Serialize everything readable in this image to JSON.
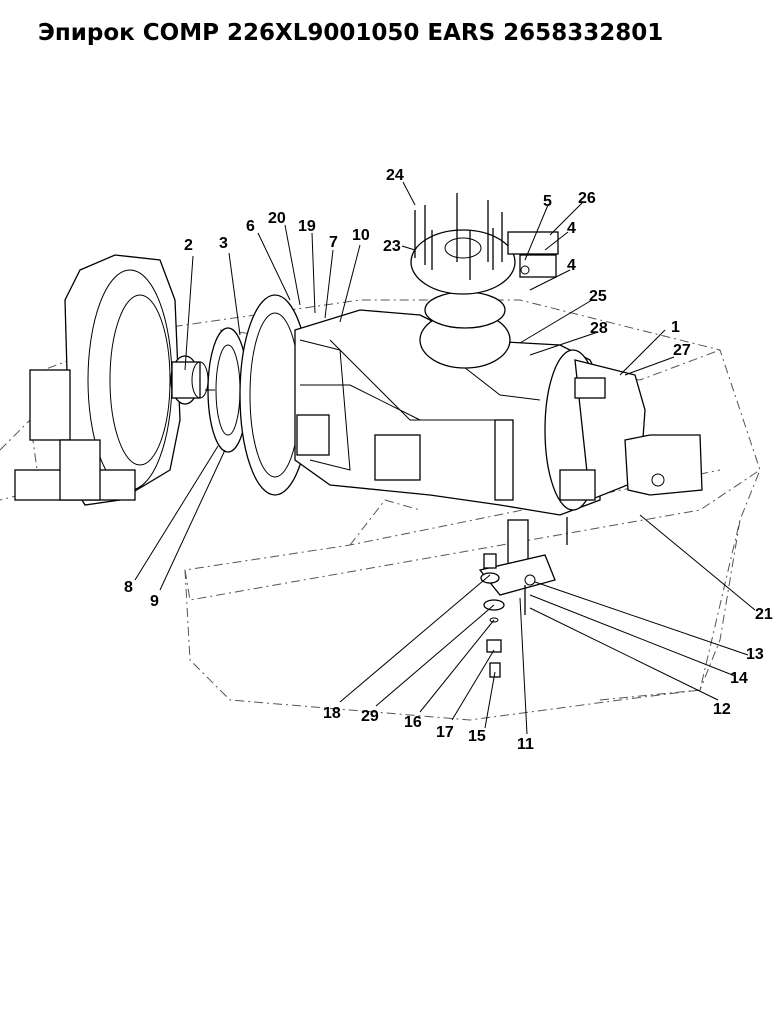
{
  "title": "Эпирок COMP 226XL9001050 EARS 2658332801",
  "callouts": [
    "1",
    "2",
    "3",
    "4",
    "4",
    "5",
    "6",
    "7",
    "8",
    "9",
    "10",
    "11",
    "12",
    "13",
    "14",
    "15",
    "16",
    "17",
    "18",
    "19",
    "20",
    "21",
    "23",
    "24",
    "25",
    "26",
    "27",
    "28",
    "29"
  ]
}
